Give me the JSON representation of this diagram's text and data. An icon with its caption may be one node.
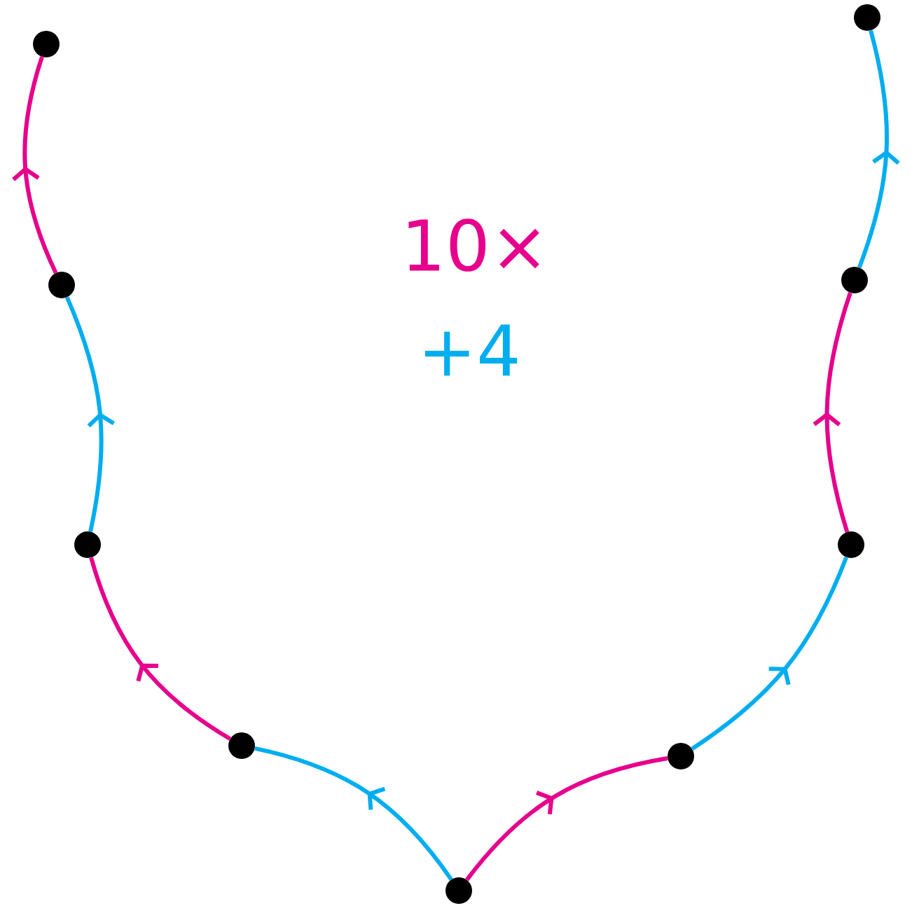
{
  "diagram": {
    "nodes": [
      {
        "text": [],
        "shape": "circle"
      },
      {
        "text": [],
        "shape": "circle"
      },
      {
        "text": [],
        "shape": "circle"
      },
      {
        "text": [],
        "shape": "circle"
      },
      {
        "text": [],
        "shape": "circle"
      },
      {
        "text": [],
        "shape": "circle"
      },
      {
        "text": [],
        "shape": "circle"
      },
      {
        "text": [],
        "shape": "circle"
      },
      {
        "text": [],
        "shape": "circle"
      }
    ],
    "edges": [
      {
        "from": 4,
        "to": 3,
        "arrow": "to",
        "color": "#00aeef"
      },
      {
        "from": 3,
        "to": 2,
        "arrow": "to",
        "color": "#e6008c"
      },
      {
        "from": 2,
        "to": 1,
        "arrow": "to",
        "color": "#00aeef"
      },
      {
        "from": 1,
        "to": 0,
        "arrow": "to",
        "color": "#e6008c"
      },
      {
        "from": 4,
        "to": 5,
        "arrow": "to",
        "color": "#e6008c"
      },
      {
        "from": 5,
        "to": 6,
        "arrow": "to",
        "color": "#00aeef"
      },
      {
        "from": 6,
        "to": 7,
        "arrow": "to",
        "color": "#e6008c"
      },
      {
        "from": 7,
        "to": 8,
        "arrow": "to",
        "color": "#00aeef"
      }
    ],
    "labels": [
      "10×",
      "+4"
    ]
  }
}
